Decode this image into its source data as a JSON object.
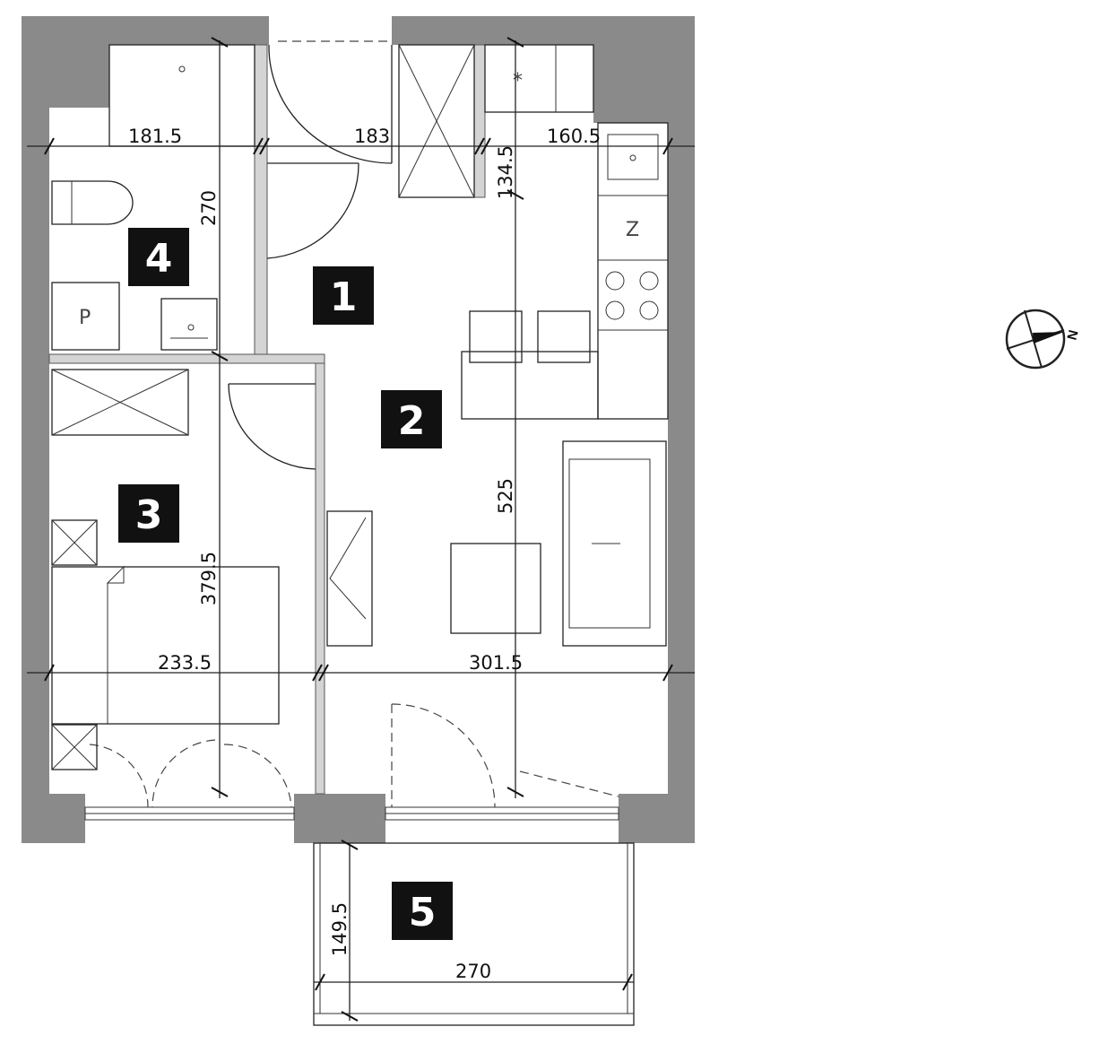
{
  "rooms": [
    {
      "number": "1"
    },
    {
      "number": "2"
    },
    {
      "number": "3"
    },
    {
      "number": "4"
    },
    {
      "number": "5"
    }
  ],
  "dimensions": {
    "room4_width": "181.5",
    "hall_width": "183",
    "kitchen_width": "160.5",
    "room4_depth": "270",
    "hall_depth": "134.5",
    "room2_depth": "525",
    "room3_depth": "379.5",
    "room3_width": "233.5",
    "room2_width": "301.5",
    "balcony_depth": "149.5",
    "balcony_width": "270"
  },
  "fixtures": {
    "fridge_label": "Z",
    "washer_label": "P"
  },
  "compass": {
    "north_label": "N"
  }
}
